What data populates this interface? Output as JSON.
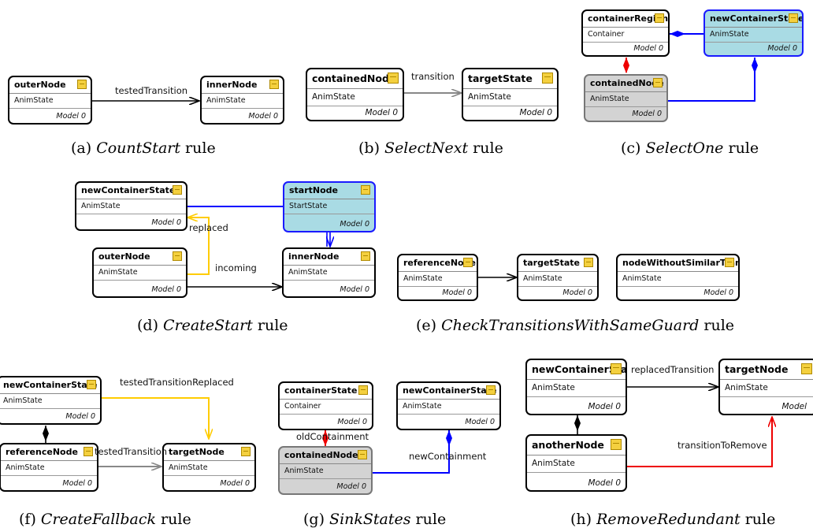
{
  "nodes": {
    "a_outer": {
      "name": "outerNode",
      "type": "AnimState",
      "model": "Model 0"
    },
    "a_inner": {
      "name": "innerNode",
      "type": "AnimState",
      "model": "Model 0"
    },
    "b_contained": {
      "name": "containedNode",
      "type": "AnimState",
      "model": "Model 0"
    },
    "b_target": {
      "name": "targetState",
      "type": "AnimState",
      "model": "Model 0"
    },
    "c_region": {
      "name": "containerRegion",
      "type": "Container",
      "model": "Model 0"
    },
    "c_newcont": {
      "name": "newContainerState",
      "type": "AnimState",
      "model": "Model 0"
    },
    "c_contained": {
      "name": "containedNode",
      "type": "AnimState",
      "model": "Model 0"
    },
    "d_newcont": {
      "name": "newContainerState",
      "type": "AnimState",
      "model": "Model 0"
    },
    "d_start": {
      "name": "startNode",
      "type": "StartState",
      "model": "Model 0"
    },
    "d_outer": {
      "name": "outerNode",
      "type": "AnimState",
      "model": "Model 0"
    },
    "d_inner": {
      "name": "innerNode",
      "type": "AnimState",
      "model": "Model 0"
    },
    "e_ref": {
      "name": "referenceNode",
      "type": "AnimState",
      "model": "Model 0"
    },
    "e_target": {
      "name": "targetState",
      "type": "AnimState",
      "model": "Model 0"
    },
    "e_without": {
      "name": "nodeWithoutSimilarTransition",
      "type": "AnimState",
      "model": "Model 0"
    },
    "f_newcont": {
      "name": "newContainerState",
      "type": "AnimState",
      "model": "Model 0"
    },
    "f_ref": {
      "name": "referenceNode",
      "type": "AnimState",
      "model": "Model 0"
    },
    "f_target": {
      "name": "targetNode",
      "type": "AnimState",
      "model": "Model 0"
    },
    "g_cont": {
      "name": "containerState",
      "type": "Container",
      "model": "Model 0"
    },
    "g_newcont": {
      "name": "newContainerState",
      "type": "AnimState",
      "model": "Model 0"
    },
    "g_contained": {
      "name": "containedNode",
      "type": "AnimState",
      "model": "Model 0"
    },
    "h_newcont": {
      "name": "newContainerState",
      "type": "AnimState",
      "model": "Model 0"
    },
    "h_target": {
      "name": "targetNode",
      "type": "AnimState",
      "model": "Model"
    },
    "h_another": {
      "name": "anotherNode",
      "type": "AnimState",
      "model": "Model 0"
    }
  },
  "edge_labels": {
    "a_tested": "testedTransition",
    "b_transition": "transition",
    "d_replaced": "replaced",
    "d_incoming": "incoming",
    "f_replaced": "testedTransitionReplaced",
    "f_tested": "testedTransition",
    "g_old": "oldContainment",
    "g_new": "newContainment",
    "h_replaced": "replacedTransition",
    "h_remove": "transitionToRemove"
  },
  "captions": {
    "a": {
      "prefix": "(a)",
      "name": "CountStart",
      "suffix": "rule"
    },
    "b": {
      "prefix": "(b)",
      "name": "SelectNext",
      "suffix": "rule"
    },
    "c": {
      "prefix": "(c)",
      "name": "SelectOne",
      "suffix": "rule"
    },
    "d": {
      "prefix": "(d)",
      "name": "CreateStart",
      "suffix": "rule"
    },
    "e": {
      "prefix": "(e)",
      "name": "CheckTransitionsWithSameGuard",
      "suffix": "rule"
    },
    "f": {
      "prefix": "(f)",
      "name": "CreateFallback",
      "suffix": "rule"
    },
    "g": {
      "prefix": "(g)",
      "name": "SinkStates",
      "suffix": "rule"
    },
    "h": {
      "prefix": "(h)",
      "name": "RemoveRedundant",
      "suffix": "rule"
    }
  },
  "colors": {
    "edge_default": "#000000",
    "edge_gray": "#888888",
    "edge_blue": "#0000ff",
    "edge_red": "#ee0000",
    "edge_yellow": "#ffcc00",
    "node_blue_fill": "#a9dbe4",
    "node_gray_fill": "#d3d3d3"
  },
  "icons": {
    "node_icon": "class-icon"
  }
}
